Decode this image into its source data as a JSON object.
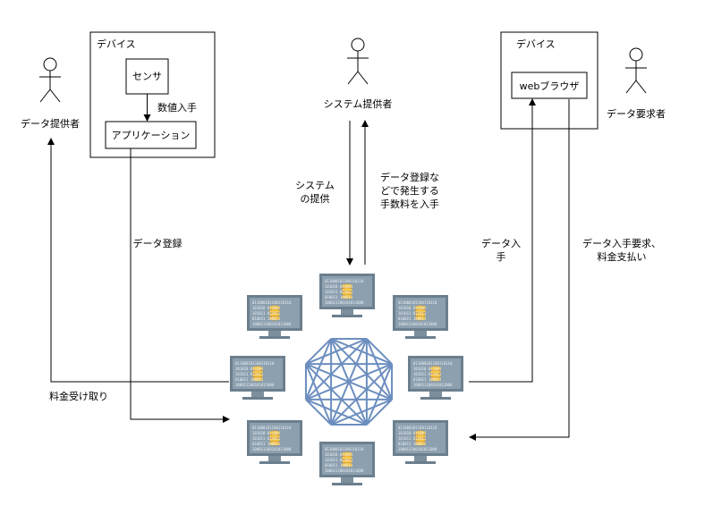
{
  "left_device": {
    "title": "デバイス",
    "sensor": "センサ",
    "app": "アプリケーション",
    "edge_label": "数値入手"
  },
  "right_device": {
    "title": "デバイス",
    "browser": "webブラウザ"
  },
  "actors": {
    "provider": "データ提供者",
    "system": "システム提供者",
    "requester": "データ要求者"
  },
  "flows": {
    "system_provide": [
      "システム",
      "の提供"
    ],
    "fee_income": [
      "データ登録な",
      "どで発生する",
      "手数料を入手"
    ],
    "data_register": "データ登録",
    "fee_receive": "料金受け取り",
    "data_obtain": [
      "データ入",
      "手"
    ],
    "request_pay": [
      "データ入手要求、",
      "料金支払い"
    ]
  },
  "node_binary": [
    "011000101100110110",
    "101010     011001",
    "101011     011011",
    "010011     100011",
    "100011100101011000"
  ],
  "colors": {
    "node_frame": "#6b7f8e",
    "node_screen": "#8da0af",
    "coin": "#f5c242",
    "mesh": "#6c8ebf"
  }
}
